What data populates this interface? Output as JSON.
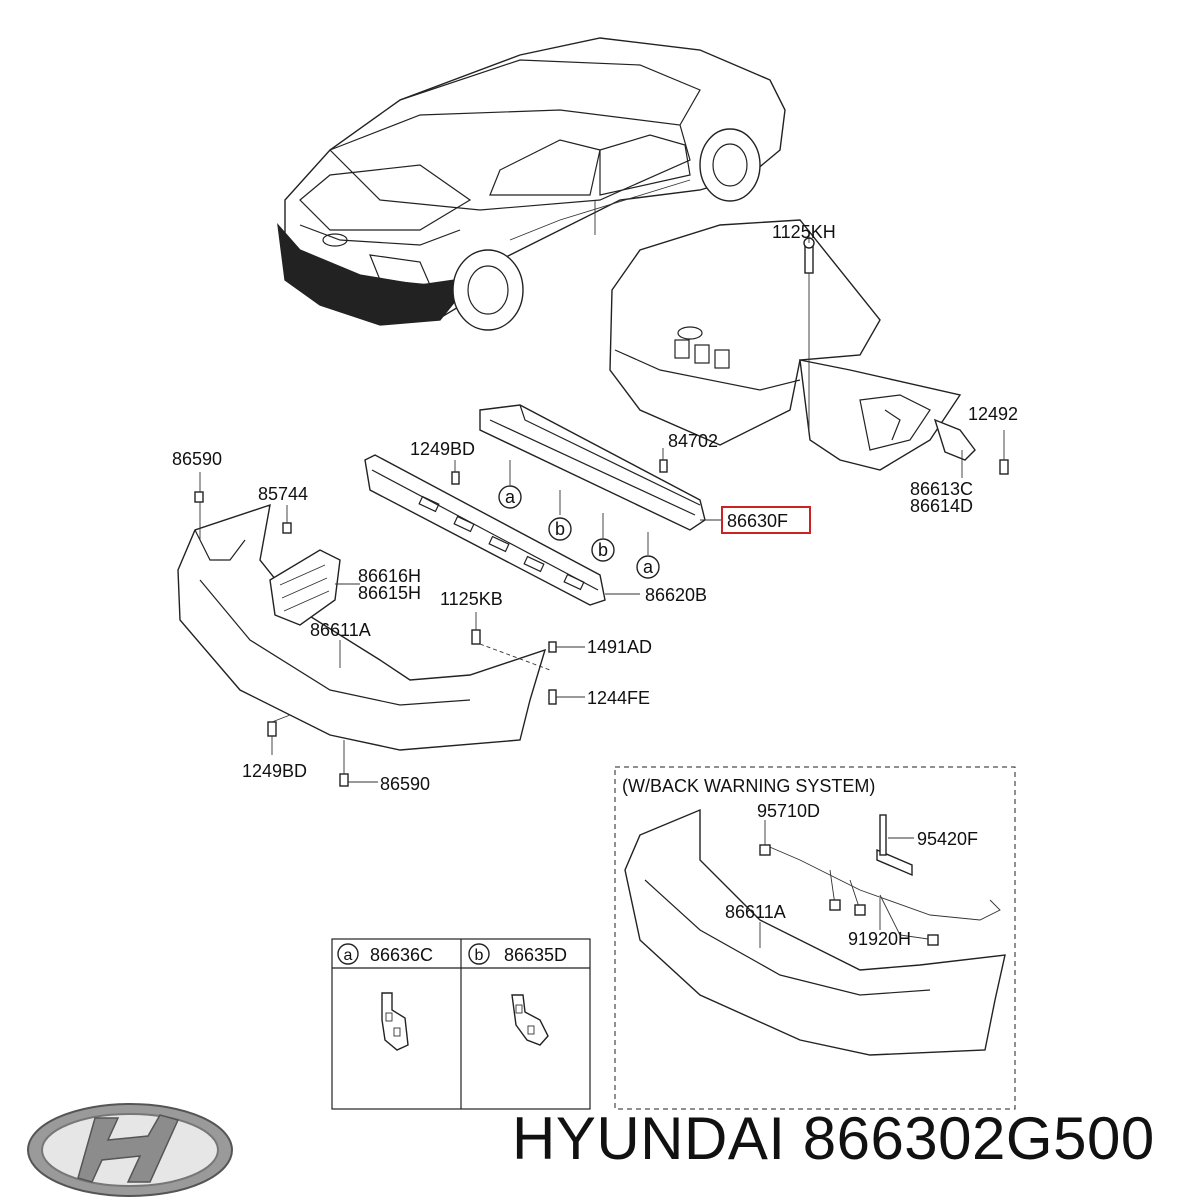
{
  "labels": {
    "p1125KH": "1125KH",
    "p12492": "12492",
    "p86613C": "86613C",
    "p86614D": "86614D",
    "p86630F": "86630F",
    "p84702": "84702",
    "p1249BD_top": "1249BD",
    "p86590_top": "86590",
    "p85744": "85744",
    "p86616H": "86616H",
    "p86615H": "86615H",
    "p86620B": "86620B",
    "p1125KB": "1125KB",
    "p86611A": "86611A",
    "p1491AD": "1491AD",
    "p1244FE": "1244FE",
    "p1249BD_bot": "1249BD",
    "p86590_bot": "86590",
    "circle_a": "a",
    "circle_b": "b"
  },
  "inset": {
    "title": "(W/BACK WARNING SYSTEM)",
    "p95710D": "95710D",
    "p95420F": "95420F",
    "p86611A": "86611A",
    "p91920H": "91920H"
  },
  "legend": {
    "a_key": "a",
    "a_part": "86636C",
    "b_key": "b",
    "b_part": "86635D"
  },
  "highlight_color": "#cc2222",
  "brand": {
    "logo": "hyundai-logo",
    "text": "HYUNDAI 866302G500"
  }
}
